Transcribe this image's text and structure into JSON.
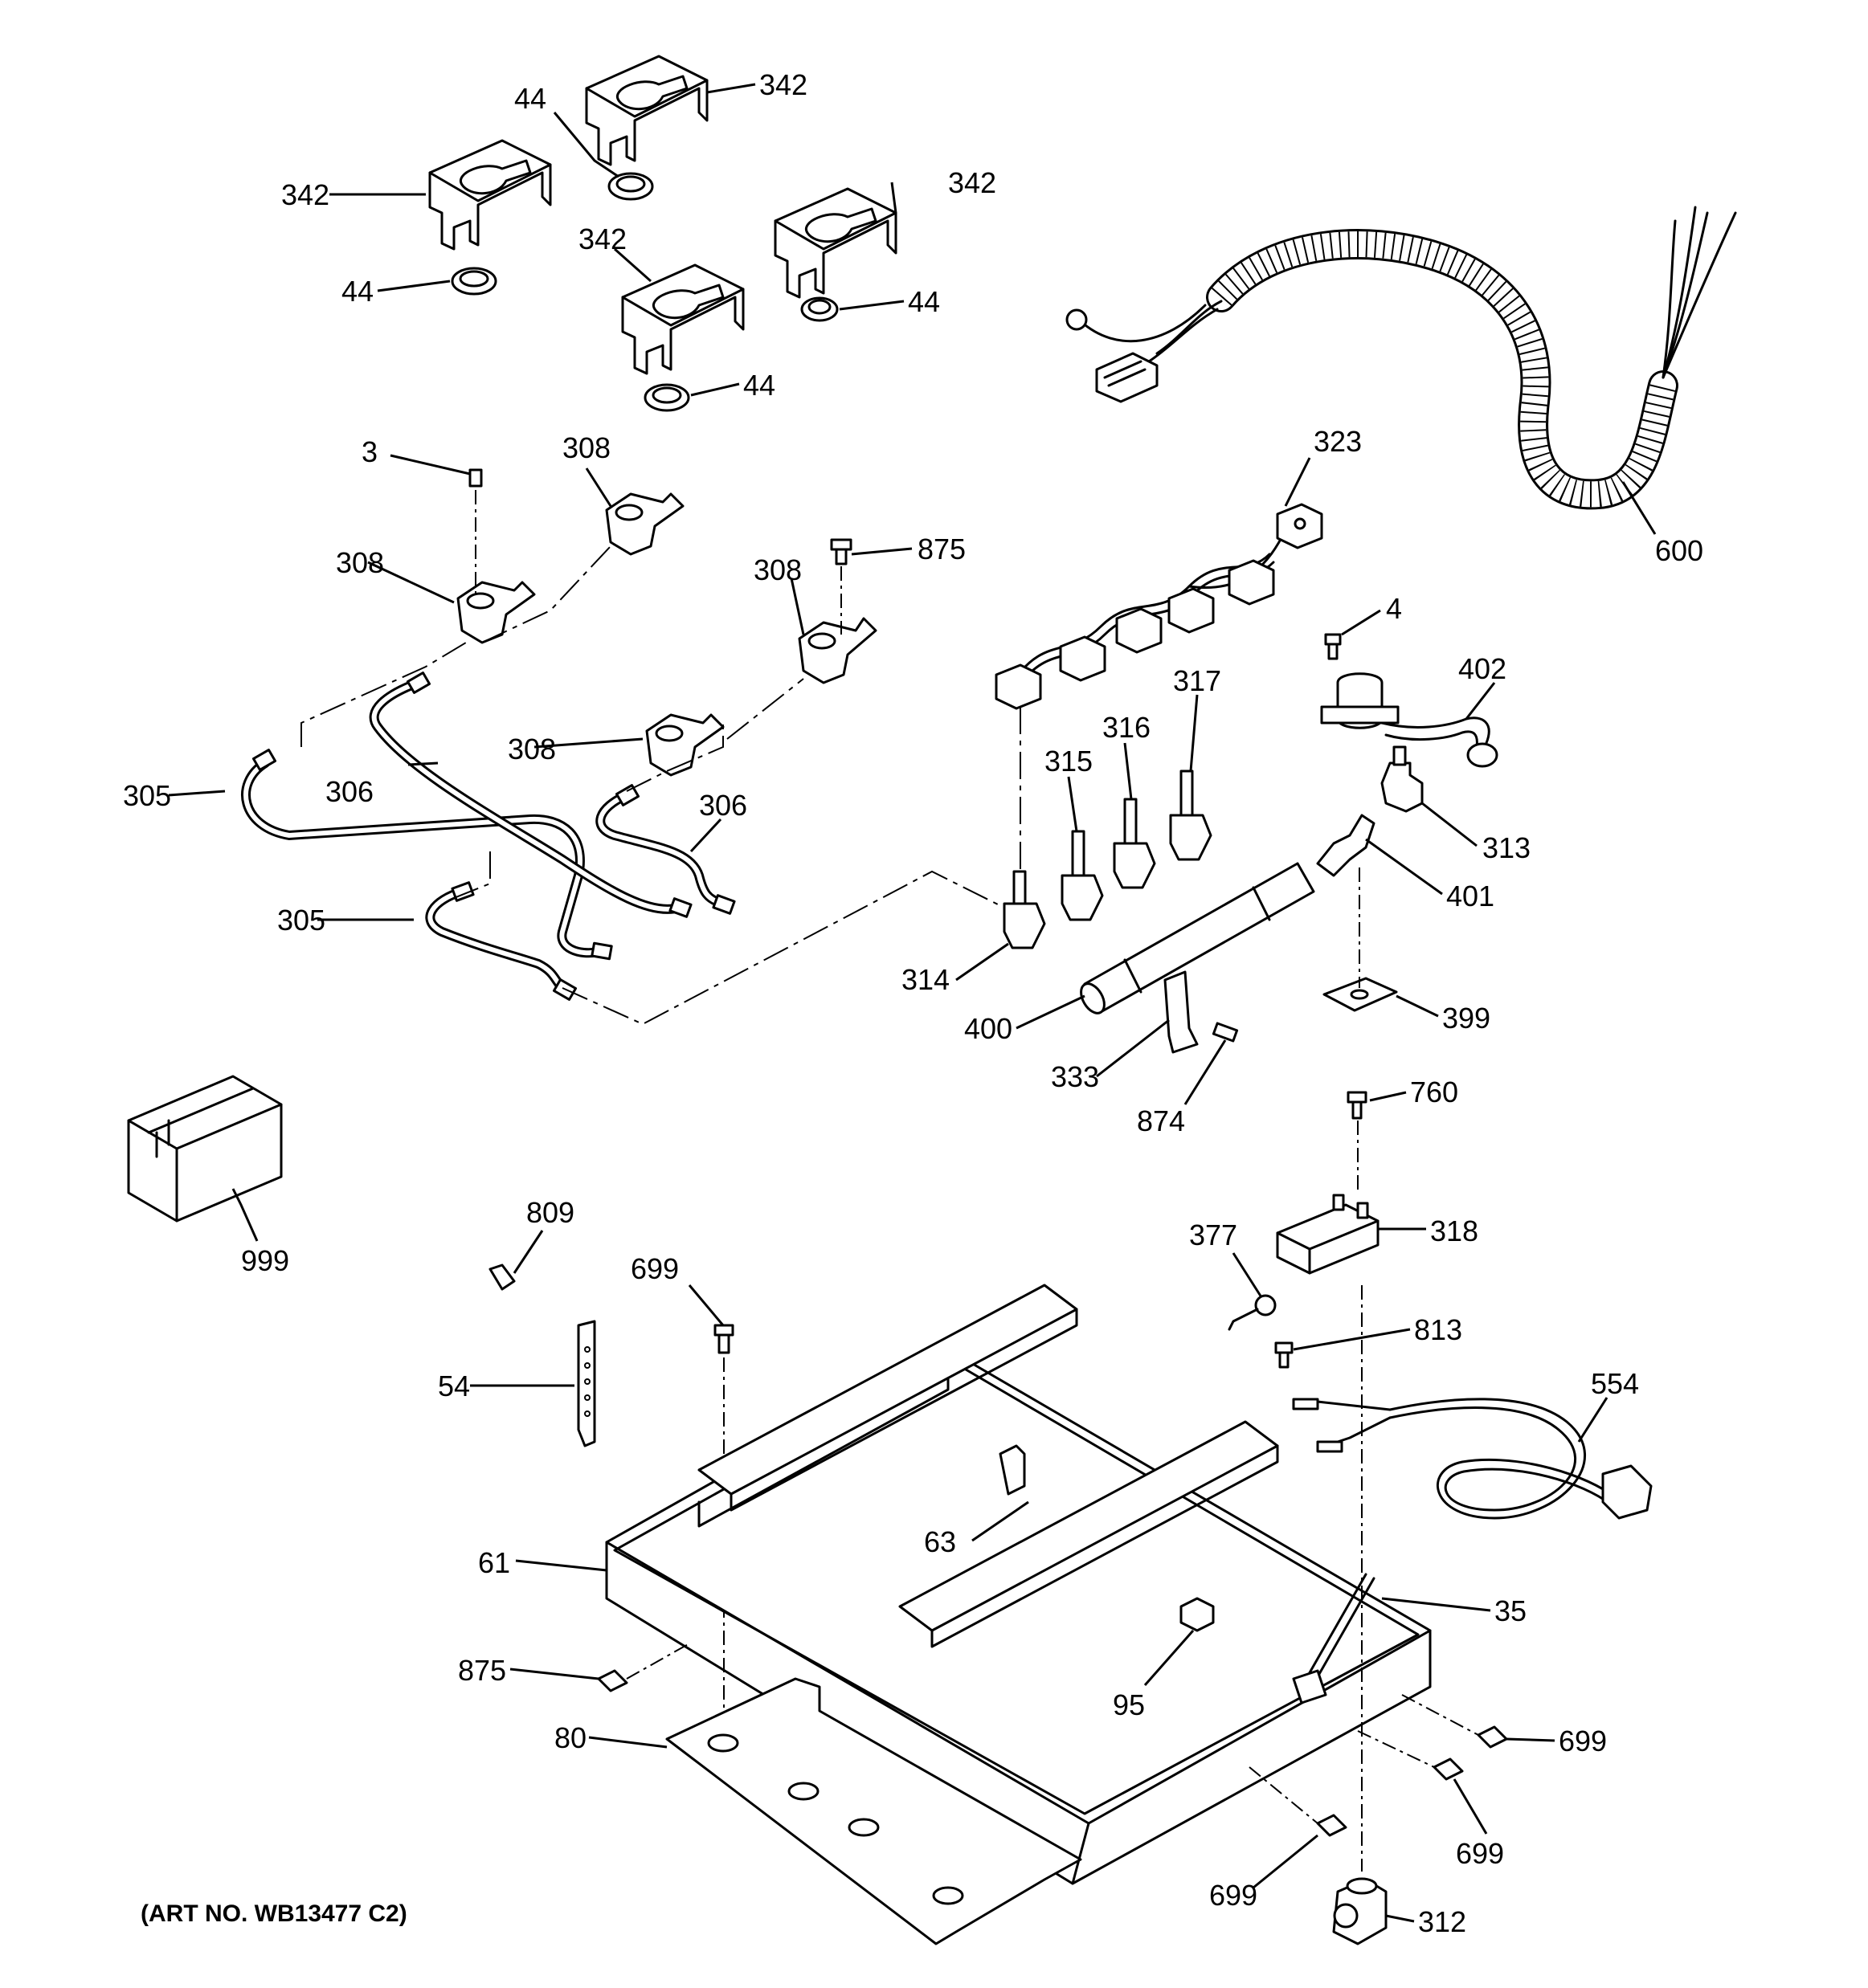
{
  "art_number": "(ART NO. WB13477 C2)",
  "callouts": {
    "c342a": "342",
    "c342b": "342",
    "c342c": "342",
    "c342d": "342",
    "c44a": "44",
    "c44b": "44",
    "c44c": "44",
    "c44d": "44",
    "c3": "3",
    "c308a": "308",
    "c308b": "308",
    "c308c": "308",
    "c308d": "308",
    "c875a": "875",
    "c323": "323",
    "c600": "600",
    "c4": "4",
    "c402": "402",
    "c317": "317",
    "c316": "316",
    "c315": "315",
    "c313": "313",
    "c401": "401",
    "c305a": "305",
    "c306a": "306",
    "c306b": "306",
    "c305b": "305",
    "c314": "314",
    "c400": "400",
    "c333": "333",
    "c874": "874",
    "c399": "399",
    "c760": "760",
    "c999": "999",
    "c809": "809",
    "c699a": "699",
    "c377": "377",
    "c318": "318",
    "c54": "54",
    "c813": "813",
    "c554": "554",
    "c63": "63",
    "c61": "61",
    "c35": "35",
    "c875b": "875",
    "c95": "95",
    "c80": "80",
    "c699b": "699",
    "c699c": "699",
    "c699d": "699",
    "c312": "312"
  }
}
